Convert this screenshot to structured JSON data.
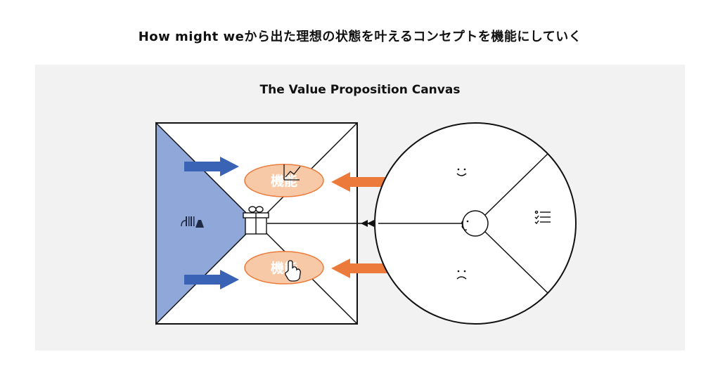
{
  "header": {
    "title": "How might weから出た理想の状態を叶えるコンセプトを機能にしていく"
  },
  "canvas": {
    "title": "The Value Proposition Canvas"
  },
  "value_map": {
    "feature_top_label": "機能",
    "feature_bottom_label": "機能",
    "icons": [
      "products-services-icon",
      "gift-icon",
      "chart-icon",
      "pointer-hand-icon"
    ]
  },
  "customer_profile": {
    "icons": [
      "customer-face-icon",
      "smile-icon",
      "frown-icon",
      "checklist-icon"
    ]
  },
  "colors": {
    "background": "#f2f2f2",
    "triangle": "#8fa7d9",
    "blue_arrow": "#3a63b5",
    "orange_arrow": "#ec7a3a",
    "oval_fill": "#f7c9a6",
    "oval_stroke": "#ec7a3a",
    "oval_text": "#ffffff"
  }
}
